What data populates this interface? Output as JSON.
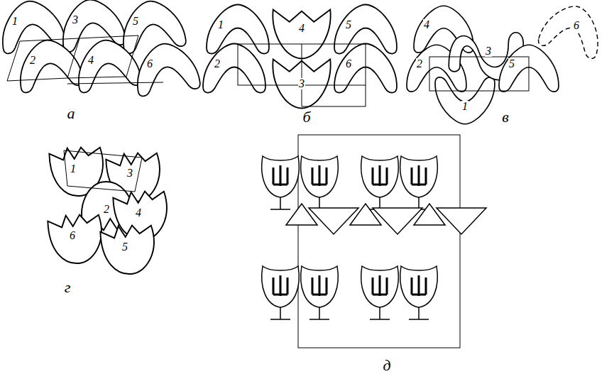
{
  "diagram": {
    "labels": [
      "1",
      "3",
      "5",
      "2",
      "4",
      "6",
      "а",
      "1",
      "4",
      "5",
      "2",
      "3",
      "6",
      "б",
      "4",
      "6",
      "2",
      "3",
      "5",
      "1",
      "в",
      "1",
      "3",
      "2",
      "4",
      "6",
      "5",
      "г",
      "д"
    ]
  }
}
